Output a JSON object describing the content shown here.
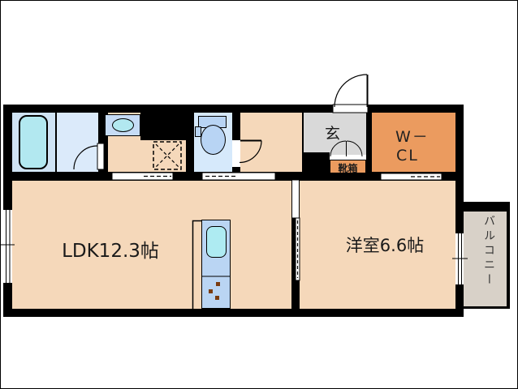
{
  "document_type": "apartment-floor-plan",
  "labels": {
    "ldk": "LDK12.3帖",
    "bedroom": "洋室6.6帖",
    "wcl_line1": "W－",
    "wcl_line2": "CL",
    "genkan": "玄",
    "shoebox": "靴箱",
    "balcony": "バルコニー"
  },
  "fixtures": [
    "bathtub",
    "bathroom-door",
    "washbasin",
    "washing-machine-pan",
    "toilet",
    "toilet-door",
    "entrance-door",
    "shoebox-doors",
    "kitchen-counter",
    "kitchen-sink",
    "stove-burners",
    "sliding-door-washroom",
    "sliding-door-hallway",
    "sliding-door-closet",
    "sliding-door-bedroom",
    "window-ldk",
    "window-bedroom"
  ],
  "colors": {
    "wall": "#000000",
    "floor": "#f5d8ba",
    "bath": "#cfe3f4",
    "washroom": "#dbeafa",
    "tub": "#b2e8f0",
    "toilet-room": "#d6e9fb",
    "fixture-blue": "#b8d4f4",
    "basin-box": "#c6dcf6",
    "genkan": "#d9d9d9",
    "closet": "#eb9b5f",
    "counter": "#bad5f3",
    "sink": "#aeebf2",
    "burner": "#7a3c10",
    "balcony": "#d8d1c8",
    "text": "#1a1a1a"
  }
}
